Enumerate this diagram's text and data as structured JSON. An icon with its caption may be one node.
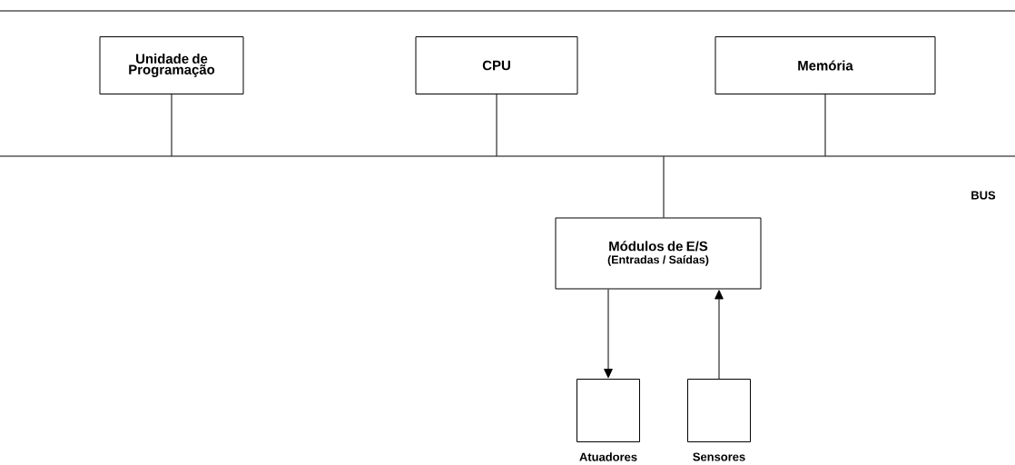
{
  "diagram": {
    "nodes": [
      {
        "text": [
          "Unidade de Programação"
        ]
      },
      {
        "text": [
          "CPU"
        ]
      },
      {
        "text": [
          "Memória"
        ]
      },
      {
        "text": [],
        "shape": "bar",
        "beside": [
          "BUS"
        ]
      },
      {
        "text": [
          "Módulos de E/S",
          "(Entradas / Saídas)"
        ]
      },
      {
        "text": [],
        "shape": "box",
        "beside": [
          "Atuadores"
        ]
      },
      {
        "text": [],
        "shape": "box",
        "beside": [
          "Sensores"
        ]
      }
    ],
    "edges": [
      {
        "from": 0,
        "to": 3,
        "arrow": "none"
      },
      {
        "from": 1,
        "to": 3,
        "arrow": "none"
      },
      {
        "from": 2,
        "to": 3,
        "arrow": "none"
      },
      {
        "from": 3,
        "to": 4,
        "arrow": "none"
      },
      {
        "from": 4,
        "to": 5,
        "arrow": "to"
      },
      {
        "from": 6,
        "to": 4,
        "arrow": "to"
      }
    ]
  }
}
